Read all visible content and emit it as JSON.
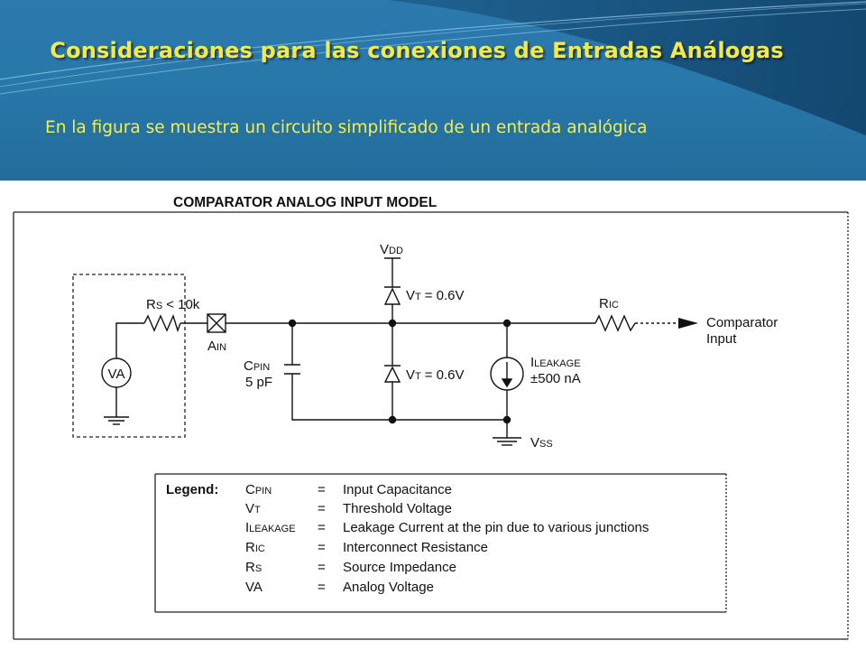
{
  "slide": {
    "title": "Consideraciones para las conexiones de Entradas Análogas",
    "subtitle": "En la figura se muestra un circuito simplificado de un entrada analógica"
  },
  "colors": {
    "header_blue": "#2878aa",
    "title_yellow": "#f5e94a",
    "subtitle_yellow": "#f6ef4a"
  },
  "figure": {
    "title": "COMPARATOR ANALOG INPUT MODEL",
    "circuit": {
      "rs_main": "R",
      "rs_sub": "S",
      "rs_value": "< 10k",
      "ain_main": "A",
      "ain_sub": "IN",
      "va": "VA",
      "vdd_main": "V",
      "vdd_sub": "DD",
      "vt_main": "V",
      "vt_sub": "T",
      "vt_value": "= 0.6V",
      "cpin_main": "C",
      "cpin_sub": "PIN",
      "cpin_value": "5 pF",
      "ileakage_main": "I",
      "ileakage_sub": "LEAKAGE",
      "ileakage_value": "±500 nA",
      "ric_main": "R",
      "ric_sub": "IC",
      "vss_main": "V",
      "vss_sub": "SS",
      "output_line1": "Comparator",
      "output_line2": "Input"
    },
    "legend": {
      "heading": "Legend:",
      "rows": [
        {
          "sym_main": "C",
          "sym_sub": "PIN",
          "eq": "=",
          "desc": "Input Capacitance"
        },
        {
          "sym_main": "V",
          "sym_sub": "T",
          "eq": "=",
          "desc": "Threshold Voltage"
        },
        {
          "sym_main": "I",
          "sym_sub": "LEAKAGE",
          "eq": "=",
          "desc": "Leakage Current at the pin due to various junctions"
        },
        {
          "sym_main": "R",
          "sym_sub": "IC",
          "eq": "=",
          "desc": "Interconnect Resistance"
        },
        {
          "sym_main": "R",
          "sym_sub": "S",
          "eq": "=",
          "desc": "Source Impedance"
        },
        {
          "sym_main": "VA",
          "sym_sub": "",
          "eq": "=",
          "desc": "Analog Voltage"
        }
      ]
    }
  }
}
